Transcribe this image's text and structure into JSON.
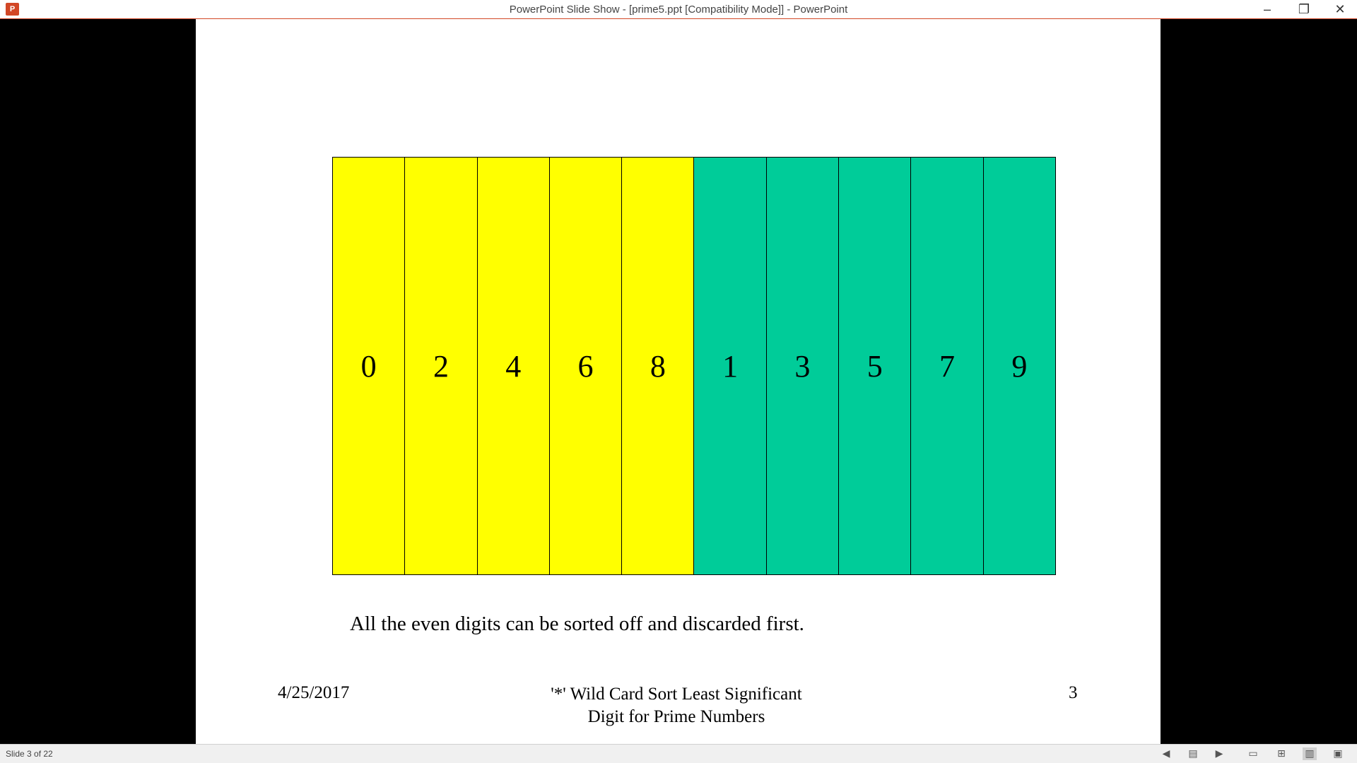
{
  "window": {
    "title": "PowerPoint Slide Show - [prime5.ppt [Compatibility Mode]] - PowerPoint",
    "app_icon": "powerpoint-icon",
    "app_icon_text": "P",
    "minimize_glyph": "–",
    "restore_glyph": "❐",
    "close_glyph": "✕"
  },
  "slide": {
    "cells": [
      {
        "label": "0",
        "color": "#ffff00"
      },
      {
        "label": "2",
        "color": "#ffff00"
      },
      {
        "label": "4",
        "color": "#ffff00"
      },
      {
        "label": "6",
        "color": "#ffff00"
      },
      {
        "label": "8",
        "color": "#ffff00"
      },
      {
        "label": "1",
        "color": "#00cc99"
      },
      {
        "label": "3",
        "color": "#00cc99"
      },
      {
        "label": "5",
        "color": "#00cc99"
      },
      {
        "label": "7",
        "color": "#00cc99"
      },
      {
        "label": "9",
        "color": "#00cc99"
      }
    ],
    "caption": "All the even digits can be sorted off and discarded first.",
    "footer": {
      "date": "4/25/2017",
      "title_line1": "'*' Wild Card Sort Least Significant",
      "title_line2": "Digit for Prime Numbers",
      "slide_number": "3"
    }
  },
  "statusbar": {
    "slide_counter": "Slide 3 of 22",
    "icons": [
      {
        "name": "previous-icon",
        "glyph": "◀"
      },
      {
        "name": "menu-icon",
        "glyph": "▤"
      },
      {
        "name": "next-icon",
        "glyph": "▶"
      },
      {
        "name": "normal-view-icon",
        "glyph": "▭"
      },
      {
        "name": "slide-sorter-icon",
        "glyph": "⊞"
      },
      {
        "name": "reading-view-icon",
        "glyph": "▥"
      },
      {
        "name": "slide-show-icon",
        "glyph": "▣"
      }
    ]
  }
}
